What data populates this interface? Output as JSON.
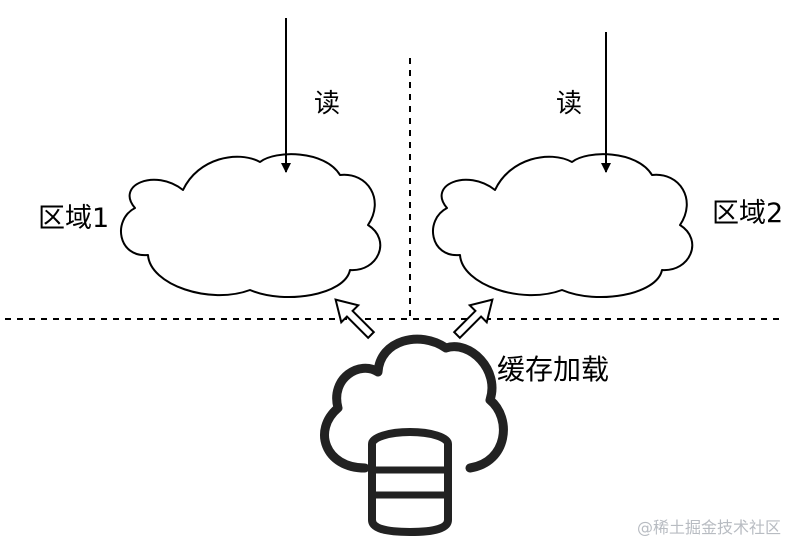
{
  "labels": {
    "read_left": "读",
    "read_right": "读",
    "region_1": "区域1",
    "region_2": "区域2",
    "cache_load": "缓存加载"
  },
  "watermark": "@稀土掘金技术社区",
  "colors": {
    "stroke": "#000000",
    "icon_stroke": "#222222",
    "background": "#ffffff",
    "watermark": "#b8bcc2"
  },
  "icons": {
    "cache_source": "cloud-database-icon"
  }
}
